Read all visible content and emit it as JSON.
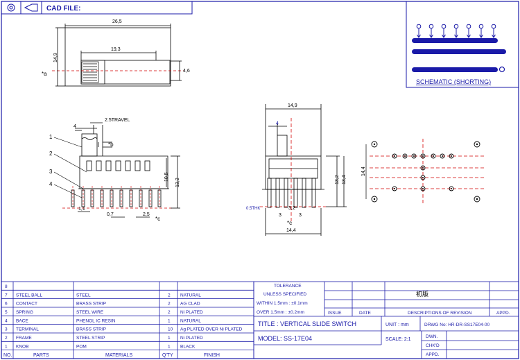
{
  "header": {
    "cad_file_label": "CAD FILE:"
  },
  "schematic": {
    "caption": "SCHEMATIC (SHORTING)"
  },
  "top_view": {
    "dim_length": "26,5",
    "dim_slot": "19,3",
    "dim_height": "14,9",
    "dim_knob": "4,6",
    "ref": "*a"
  },
  "side_view": {
    "dim_knob": "4",
    "travel": "2.5TRAVEL",
    "ref_b": "*b",
    "dim_body": "10,5",
    "dim_total": "13,2",
    "dim_pitch1": "1,1",
    "dim_pitch2": "0,7",
    "dim_pitch3": "2,5",
    "ref_c": "*c",
    "callouts": [
      "1",
      "2",
      "3",
      "4"
    ]
  },
  "end_view": {
    "dim_width": "14,9",
    "dim_knob": "4",
    "dim_h1": "13,2",
    "dim_h2": "13,4",
    "stk": "0.5THK",
    "dim_32": "3,2",
    "dim_3a": "3",
    "dim_3b": "3",
    "ref_c": "*c",
    "dim_base": "14,4"
  },
  "pcb_view": {
    "dim_height": "14,4"
  },
  "title_block": {
    "rows": [
      {
        "no": "8",
        "part": "",
        "material": "",
        "qty": "",
        "finish": ""
      },
      {
        "no": "7",
        "part": "STEEL BALL",
        "material": "STEEL",
        "qty": "2",
        "finish": "NATURAL"
      },
      {
        "no": "6",
        "part": "CONTACT",
        "material": "BRASS STRIP",
        "qty": "2",
        "finish": "AG CLAD"
      },
      {
        "no": "5",
        "part": "SPRING",
        "material": "STEEL WIRE",
        "qty": "2",
        "finish": "Ni PLATED"
      },
      {
        "no": "4",
        "part": "BACE",
        "material": "PHENOL IC RESIN",
        "qty": "1",
        "finish": "NATURAL"
      },
      {
        "no": "3",
        "part": "TERMINAL",
        "material": "BRASS STRIP",
        "qty": "10",
        "finish": "Ag PLATED OVER Ni PLATED"
      },
      {
        "no": "2",
        "part": "FRAME",
        "material": "STEEL STRIP",
        "qty": "1",
        "finish": "Ni PLATED"
      },
      {
        "no": "1",
        "part": "KNOB",
        "material": "POM",
        "qty": "1",
        "finish": "BLACK"
      }
    ],
    "headers": {
      "no": "NO.",
      "parts": "PARTS",
      "materials": "MATERIALS",
      "qty": "Q'TY",
      "finish": "FINISH"
    },
    "tolerance": [
      "TOLERANCE",
      "UNLESS  SPECIFIED",
      "WITHIN 1.5mm : ±0.1mm",
      "OVER 1.5mm : ±0.2mm"
    ],
    "issue": "ISSUE",
    "date": "DATE",
    "revision_note": "初版",
    "descriptions": "DESCRIPTIONS OF REVISION",
    "appd": "APPD.",
    "title": "TITLE :  VERTICAL SLIDE SWITCH",
    "model": "MODEL:   SS-17E04",
    "unit": "UNIT :  mm",
    "scale": "SCALE:  2:1",
    "drwg_no": "DRWG No:  HR-DR-SS17E04-00",
    "dwn": "DWN.",
    "chkd": "CHK'D",
    "appd2": "APPD."
  }
}
